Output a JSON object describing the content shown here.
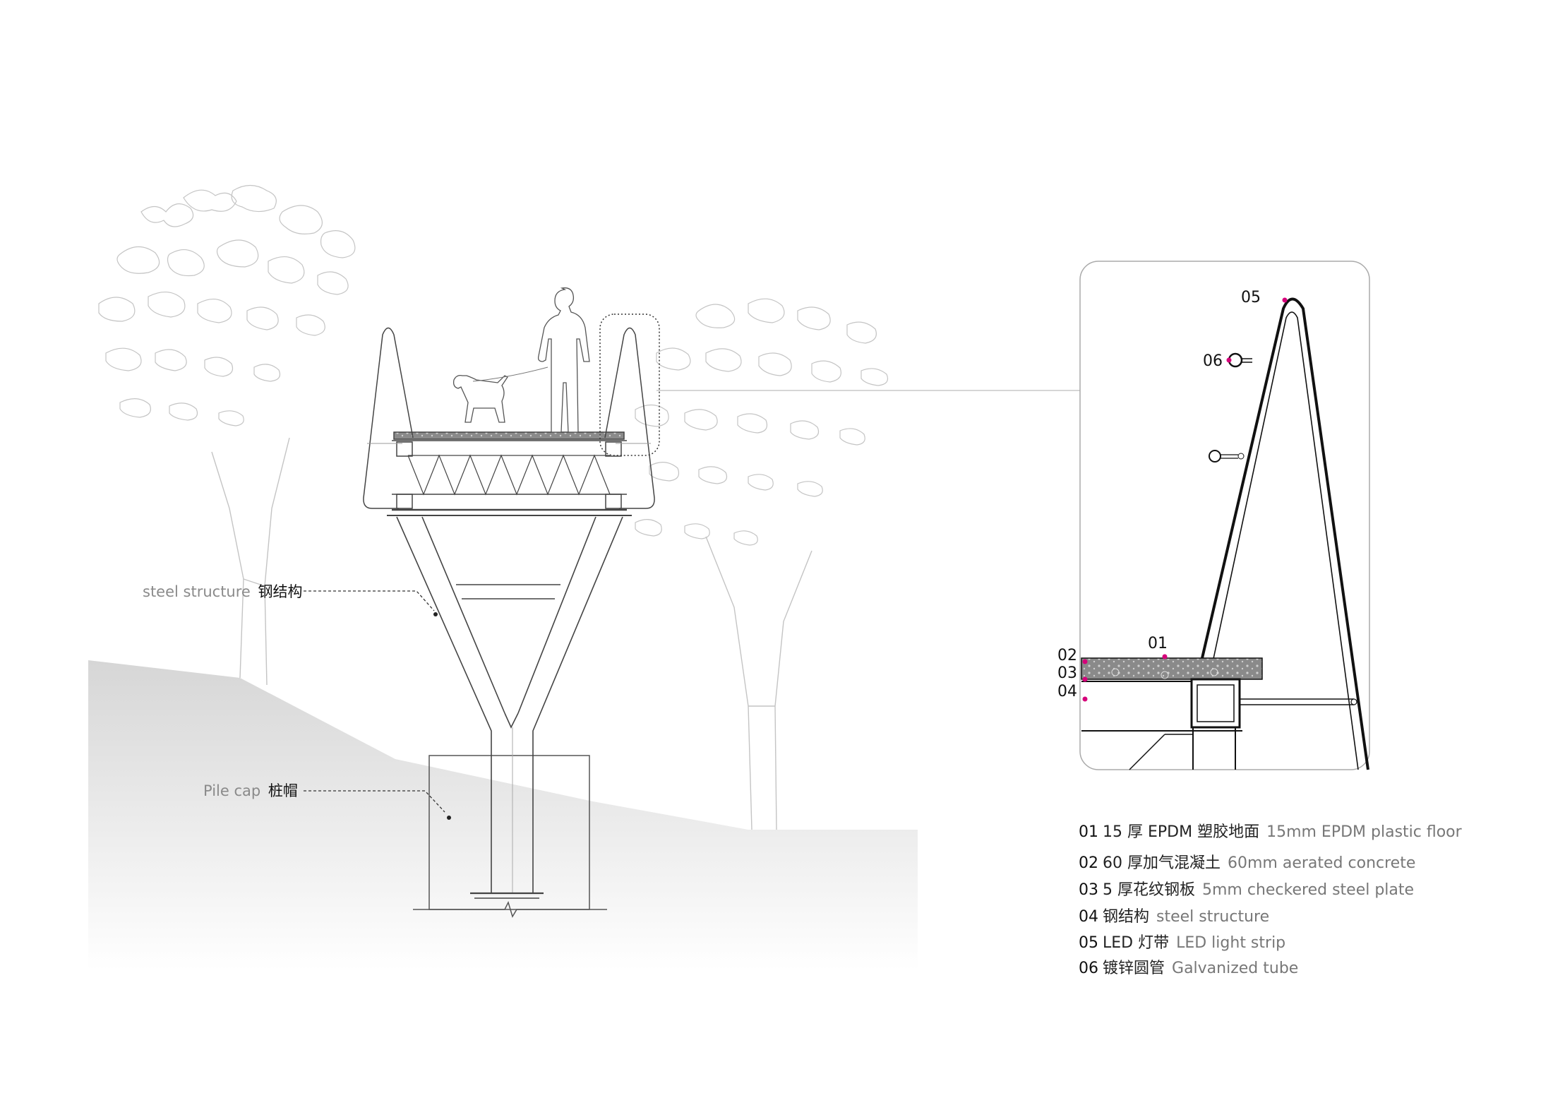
{
  "section": {
    "labels": {
      "steel_structure_en": "steel structure",
      "steel_structure_cn": "钢结构",
      "pile_cap_en": "Pile cap",
      "pile_cap_cn": "桩帽"
    }
  },
  "detail": {
    "markers": [
      "05",
      "06",
      "01",
      "02",
      "03",
      "04"
    ],
    "accent": "#d6007a"
  },
  "legend": [
    {
      "num": "01",
      "cn": "15 厚 EPDM 塑胶地面",
      "en": "15mm EPDM plastic floor"
    },
    {
      "num": "02",
      "cn": "60 厚加气混凝土",
      "en": "60mm aerated concrete"
    },
    {
      "num": "03",
      "cn": "5 厚花纹钢板",
      "en": "5mm checkered steel plate"
    },
    {
      "num": "04",
      "cn": "钢结构",
      "en": "steel structure"
    },
    {
      "num": "05",
      "cn": "LED 灯带",
      "en": "LED light strip"
    },
    {
      "num": "06",
      "cn": "镀锌圆管",
      "en": "Galvanized tube"
    }
  ]
}
